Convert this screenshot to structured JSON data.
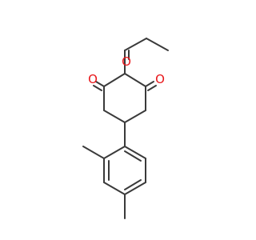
{
  "molecule": {
    "bond_color": "#3a3a3a",
    "atoms": [
      {
        "symbol": "O",
        "color": "#e8161a"
      },
      {
        "symbol": "O",
        "color": "#e8161a"
      },
      {
        "symbol": "O",
        "color": "#e8161a"
      }
    ]
  }
}
